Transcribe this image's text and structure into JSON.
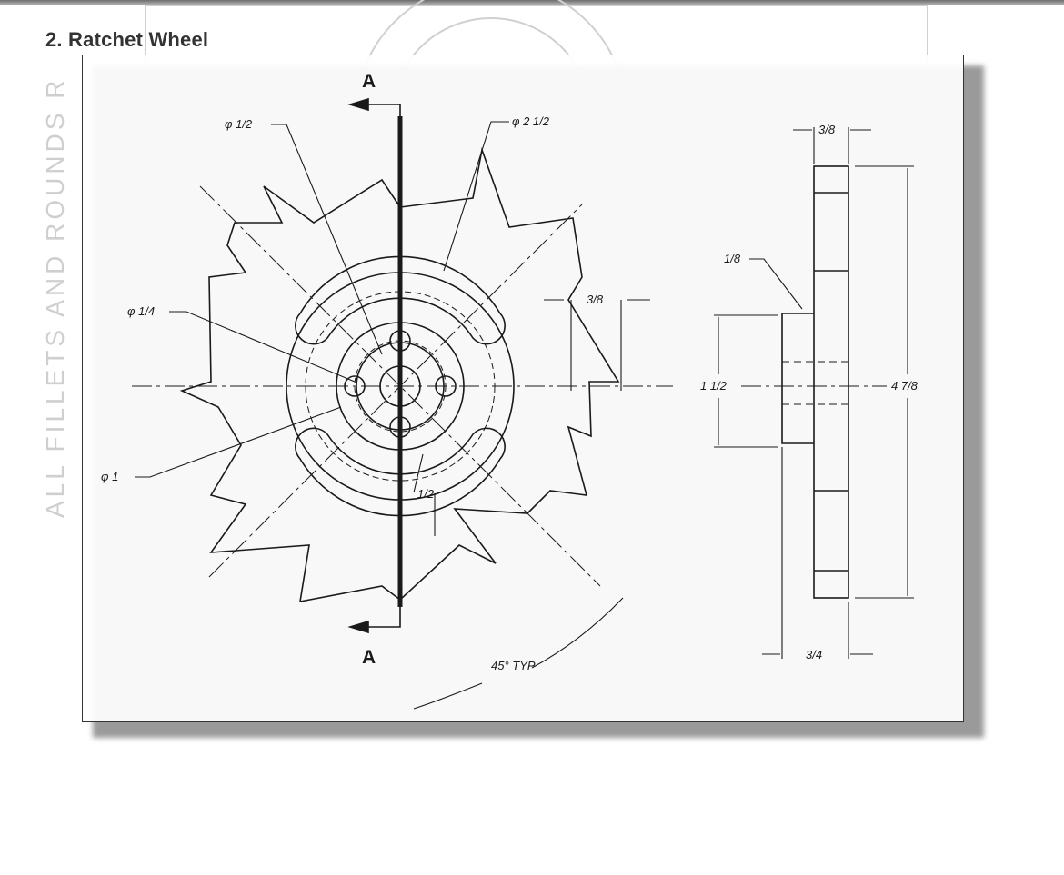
{
  "page": {
    "title": "2. Ratchet Wheel"
  },
  "drawing": {
    "section_label_top": "A",
    "section_label_bottom": "A",
    "dims": {
      "dia_half": "φ 1/2",
      "dia_two_half": "φ 2 1/2",
      "dia_quarter": "φ 1/4",
      "dia_one": "φ 1",
      "tooth_depth": "3/8",
      "slot_width": "1/2",
      "angle": "45° TYP",
      "thickness_top": "3/8",
      "chamfer": "1/8",
      "hub_height": "1 1/2",
      "overall_height": "4 7/8",
      "overall_width": "3/4"
    }
  },
  "ghost_text": "ALL FILLETS AND ROUNDS R",
  "colors": {
    "ink": "#1a1a1a",
    "ghost": "#c8c8c8",
    "frame_shadow": "#9a9a9a"
  }
}
